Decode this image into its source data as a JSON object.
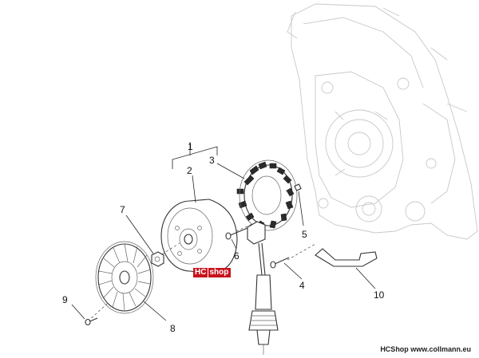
{
  "callouts": [
    {
      "id": "1",
      "text": "1"
    },
    {
      "id": "2",
      "text": "2"
    },
    {
      "id": "3",
      "text": "3"
    },
    {
      "id": "4",
      "text": "4"
    },
    {
      "id": "5",
      "text": "5"
    },
    {
      "id": "6",
      "text": "6"
    },
    {
      "id": "7",
      "text": "7"
    },
    {
      "id": "8",
      "text": "8"
    },
    {
      "id": "9",
      "text": "9"
    },
    {
      "id": "10",
      "text": "10"
    }
  ],
  "watermark": {
    "part1": "HC",
    "part2": "shop",
    "color": "#c8141e"
  },
  "footer": {
    "text": "HCShop www.collmann.eu"
  }
}
